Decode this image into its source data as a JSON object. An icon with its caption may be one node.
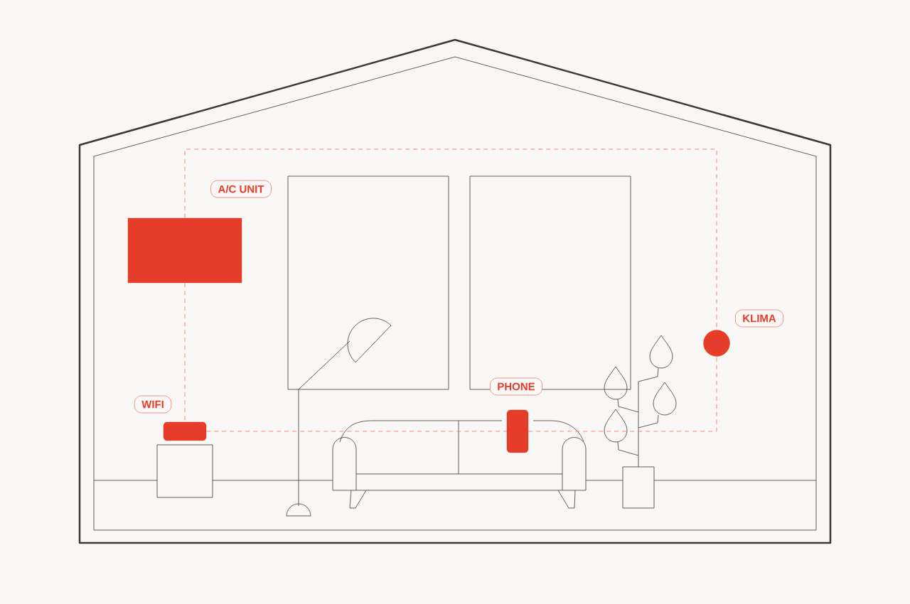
{
  "diagram": {
    "nodes": [
      {
        "text": [
          "A/C UNIT"
        ]
      },
      {
        "text": [
          "WIFI"
        ]
      },
      {
        "text": [
          "PHONE"
        ]
      },
      {
        "text": [
          "KLIMA"
        ]
      }
    ],
    "edges": [
      {
        "from": 0,
        "to": 1,
        "arrow": "none",
        "style": "dashed"
      },
      {
        "from": 1,
        "to": 2,
        "arrow": "none",
        "style": "dashed"
      },
      {
        "from": 2,
        "to": 3,
        "arrow": "none",
        "style": "dashed"
      },
      {
        "from": 0,
        "to": 3,
        "arrow": "none",
        "style": "dashed"
      }
    ]
  }
}
